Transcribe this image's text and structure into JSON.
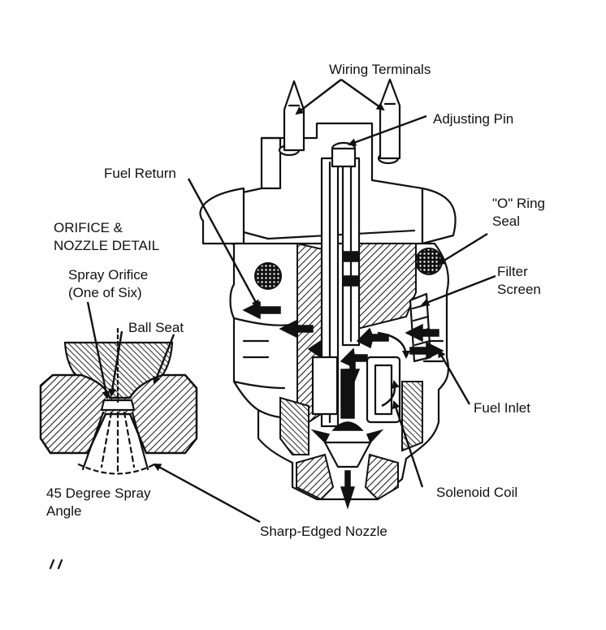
{
  "labels": {
    "wiring_terminals": "Wiring Terminals",
    "adjusting_pin": "Adjusting Pin",
    "fuel_return": "Fuel Return",
    "o_ring_seal_line1": "\"O\" Ring",
    "o_ring_seal_line2": "Seal",
    "orifice_detail_line1": "ORIFICE &",
    "orifice_detail_line2": "NOZZLE DETAIL",
    "spray_orifice_line1": "Spray Orifice",
    "spray_orifice_line2": "(One of Six)",
    "ball_seat": "Ball Seat",
    "filter_screen_line1": "Filter",
    "filter_screen_line2": "Screen",
    "fuel_inlet": "Fuel Inlet",
    "spray_angle_line1": "45 Degree Spray",
    "spray_angle_line2": "Angle",
    "solenoid_coil": "Solenoid Coil",
    "sharp_edged_nozzle": "Sharp-Edged Nozzle"
  },
  "colors": {
    "ink": "#111111",
    "paper": "#ffffff"
  }
}
